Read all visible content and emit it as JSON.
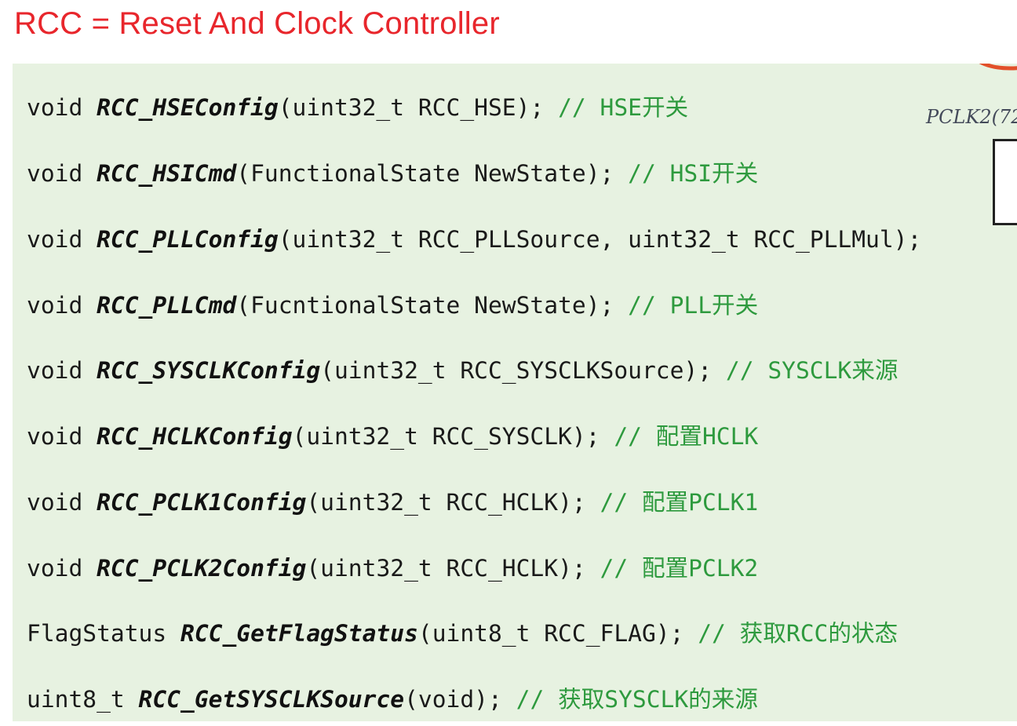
{
  "title": "RCC = Reset And Clock Controller",
  "colors": {
    "title": "#e8262c",
    "panel_bg": "#e7f2e1",
    "comment": "#2e9a3e",
    "code": "#1a1a1a"
  },
  "corner": {
    "label": "PCLK2(72"
  },
  "code_lines": [
    {
      "ret": "void ",
      "fn": "RCC_HSEConfig",
      "args": "(uint32_t RCC_HSE); ",
      "comment": "// HSE开关"
    },
    {
      "ret": "void ",
      "fn": "RCC_HSICmd",
      "args": "(FunctionalState NewState); ",
      "comment": "// HSI开关"
    },
    {
      "ret": "void ",
      "fn": "RCC_PLLConfig",
      "args": "(uint32_t RCC_PLLSource, uint32_t RCC_PLLMul);",
      "comment": ""
    },
    {
      "ret": "void ",
      "fn": "RCC_PLLCmd",
      "args": "(FucntionalState NewState); ",
      "comment": "// PLL开关"
    },
    {
      "ret": "void ",
      "fn": "RCC_SYSCLKConfig",
      "args": "(uint32_t RCC_SYSCLKSource); ",
      "comment": "// SYSCLK来源"
    },
    {
      "ret": "void ",
      "fn": "RCC_HCLKConfig",
      "args": "(uint32_t RCC_SYSCLK); ",
      "comment": "// 配置HCLK"
    },
    {
      "ret": "void ",
      "fn": "RCC_PCLK1Config",
      "args": "(uint32_t RCC_HCLK); ",
      "comment": "// 配置PCLK1"
    },
    {
      "ret": "void ",
      "fn": "RCC_PCLK2Config",
      "args": "(uint32_t RCC_HCLK); ",
      "comment": "// 配置PCLK2"
    },
    {
      "ret": "FlagStatus ",
      "fn": "RCC_GetFlagStatus",
      "args": "(uint8_t RCC_FLAG); ",
      "comment": "// 获取RCC的状态"
    },
    {
      "ret": "uint8_t ",
      "fn": "RCC_GetSYSCLKSource",
      "args": "(void); ",
      "comment": "// 获取SYSCLK的来源"
    }
  ]
}
